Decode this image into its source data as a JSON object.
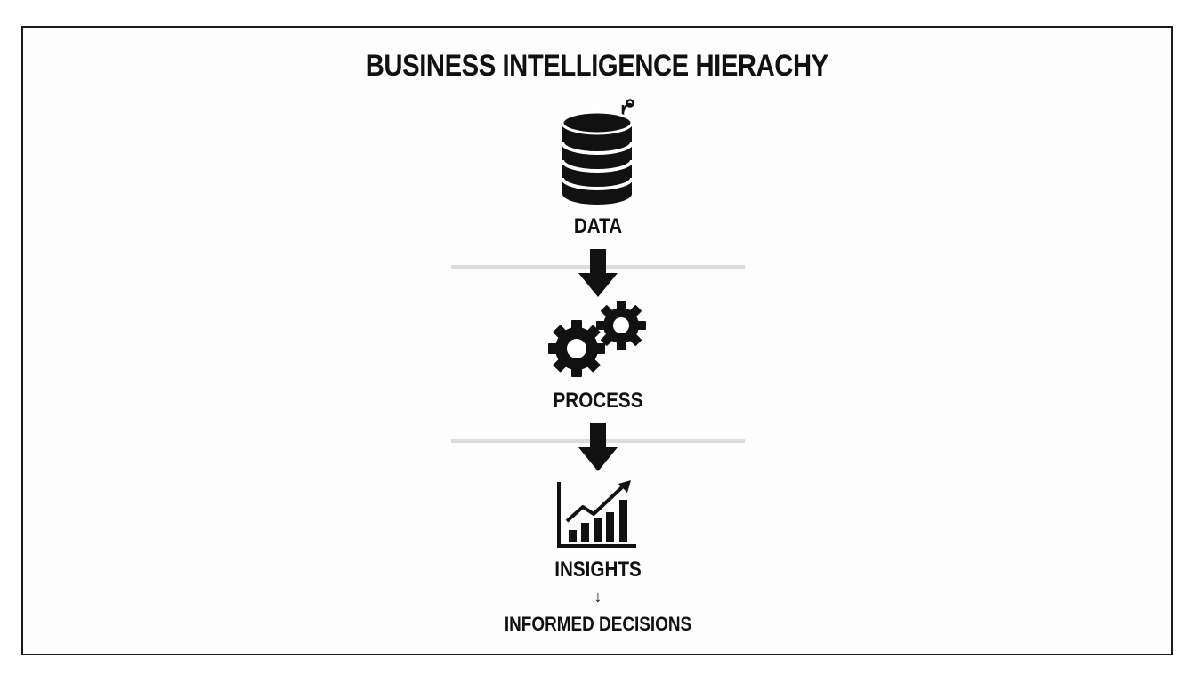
{
  "diagram": {
    "title": "BUSINESS INTELLIGENCE HIERACHY",
    "stages": [
      {
        "label": "DATA",
        "icon": "database-icon"
      },
      {
        "label": "PROCESS",
        "icon": "gears-icon"
      },
      {
        "label": "INSIGHTS",
        "icon": "growth-chart-icon"
      }
    ],
    "final": {
      "arrow": "↓",
      "label": "INFORMED DECISIONS"
    }
  }
}
